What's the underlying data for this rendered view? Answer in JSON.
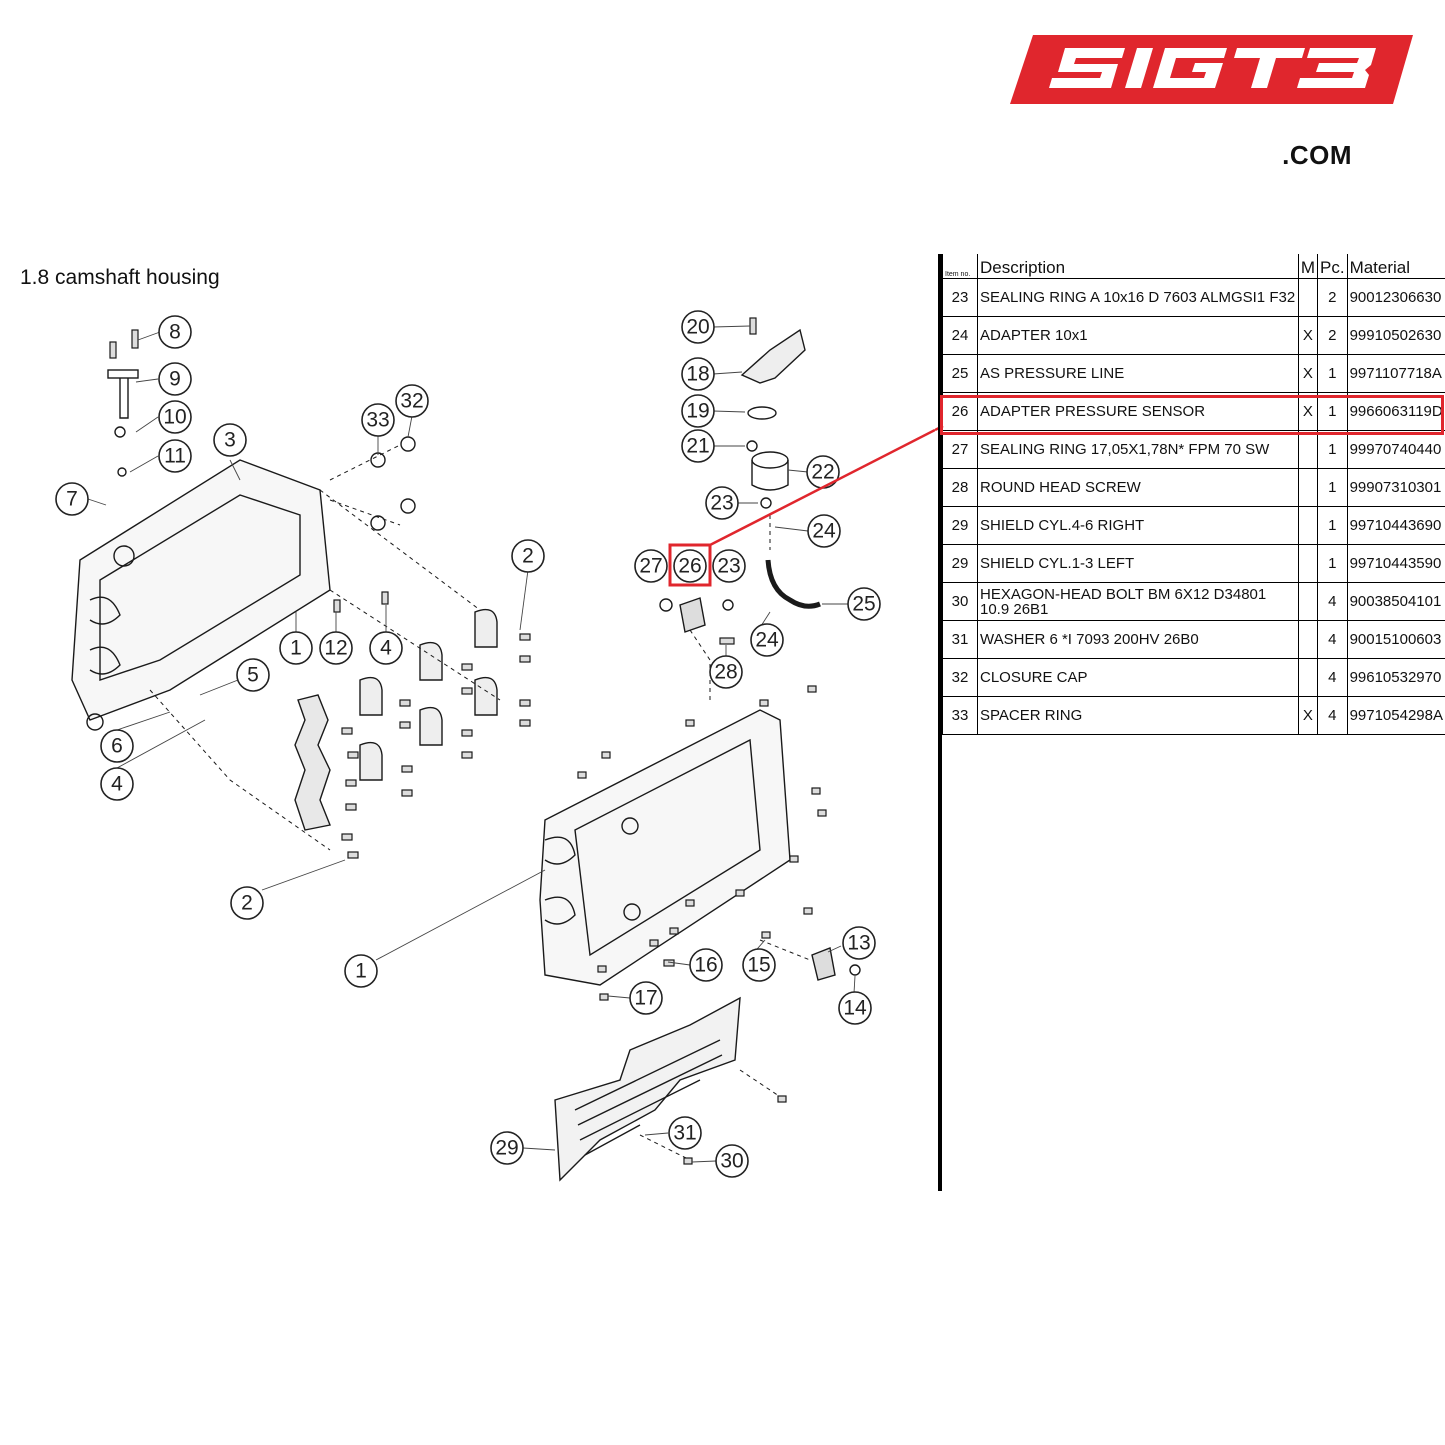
{
  "logo": {
    "text": "SIGT3",
    "suffix": ".COM",
    "color": "#e0262d"
  },
  "section": {
    "title": "1.8  camshaft housing"
  },
  "highlight_color": "#e0262d",
  "highlighted_item": "26",
  "table": {
    "headers": {
      "item": "Item no.",
      "description": "Description",
      "m": "M",
      "pc": "Pc.",
      "material": "Material"
    },
    "rows": [
      {
        "item": "23",
        "description": "SEALING RING A 10x16 D 7603 ALMGSI1 F32",
        "m": "",
        "pc": "2",
        "material": "90012306630"
      },
      {
        "item": "24",
        "description": "ADAPTER 10x1",
        "m": "X",
        "pc": "2",
        "material": "99910502630"
      },
      {
        "item": "25",
        "description": "AS PRESSURE LINE",
        "m": "X",
        "pc": "1",
        "material": "9971107718A"
      },
      {
        "item": "26",
        "description": "ADAPTER PRESSURE SENSOR",
        "m": "X",
        "pc": "1",
        "material": "9966063119D"
      },
      {
        "item": "27",
        "description": "SEALING RING 17,05X1,78N* FPM 70 SW",
        "m": "",
        "pc": "1",
        "material": "99970740440"
      },
      {
        "item": "28",
        "description": "ROUND HEAD SCREW",
        "m": "",
        "pc": "1",
        "material": "99907310301"
      },
      {
        "item": "29",
        "description": "SHIELD CYL.4-6 RIGHT",
        "m": "",
        "pc": "1",
        "material": "99710443690"
      },
      {
        "item": "29",
        "description": "SHIELD CYL.1-3 LEFT",
        "m": "",
        "pc": "1",
        "material": "99710443590"
      },
      {
        "item": "30",
        "description": "HEXAGON-HEAD BOLT BM 6X12 D34801 10.9 26B1",
        "m": "",
        "pc": "4",
        "material": "90038504101"
      },
      {
        "item": "31",
        "description": "WASHER 6 *I 7093 200HV 26B0",
        "m": "",
        "pc": "4",
        "material": "90015100603"
      },
      {
        "item": "32",
        "description": "CLOSURE CAP",
        "m": "",
        "pc": "4",
        "material": "99610532970"
      },
      {
        "item": "33",
        "description": "SPACER RING",
        "m": "X",
        "pc": "4",
        "material": "9971054298A"
      }
    ]
  },
  "callouts": {
    "c1a": "1",
    "c1b": "1",
    "c2a": "2",
    "c2b": "2",
    "c3": "3",
    "c4a": "4",
    "c4b": "4",
    "c5": "5",
    "c6": "6",
    "c7": "7",
    "c8": "8",
    "c9": "9",
    "c10": "10",
    "c11": "11",
    "c12": "12",
    "c13": "13",
    "c14": "14",
    "c15": "15",
    "c16": "16",
    "c17": "17",
    "c18": "18",
    "c19": "19",
    "c20": "20",
    "c21": "21",
    "c22": "22",
    "c23a": "23",
    "c23b": "23",
    "c24a": "24",
    "c24b": "24",
    "c25": "25",
    "c26": "26",
    "c27": "27",
    "c28": "28",
    "c29": "29",
    "c30": "30",
    "c31": "31",
    "c32": "32",
    "c33": "33"
  }
}
